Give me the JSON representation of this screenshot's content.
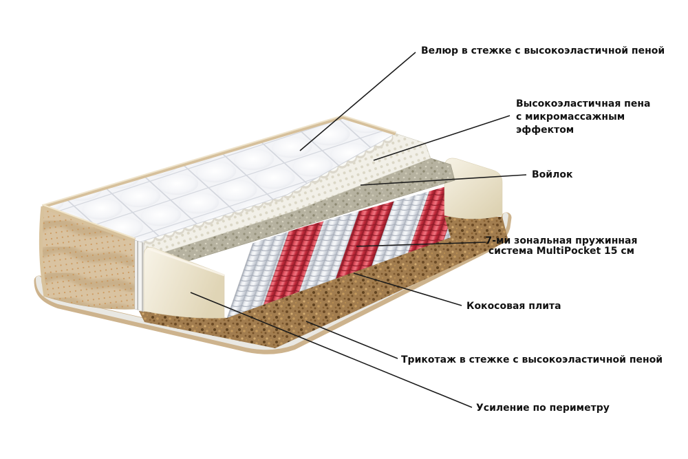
{
  "diagram": {
    "kind": "mattress-cutaway-annotated",
    "background": "#ffffff",
    "callouts": [
      {
        "id": "velour",
        "text": "Велюр в стежке с высокоэластичной пеной",
        "target": "quilted-top-cover"
      },
      {
        "id": "foam",
        "text": "Высокоэластичная пена\nс микромассажным\nэффектом",
        "target": "micromassage-foam-layer"
      },
      {
        "id": "felt",
        "text": "Войлок",
        "target": "felt-layer"
      },
      {
        "id": "springs",
        "text": "7-ми зональная пружинная\nсистема MultiPocket 15 см",
        "target": "pocket-spring-zones"
      },
      {
        "id": "coconut",
        "text": "Кокосовая плита",
        "target": "coconut-board"
      },
      {
        "id": "tricot",
        "text": "Трикотаж в стежке с высокоэластичной пеной",
        "target": "bottom-cover-rim"
      },
      {
        "id": "perimeter",
        "text": "Усиление по периметру",
        "target": "perimeter-foam-rail"
      }
    ],
    "colors": {
      "label_text": "#121212",
      "leader_line": "#1b1b1b",
      "quilt_white": "#f6f7f9",
      "quilt_seam": "#d4d7de",
      "piping_beige": "#d6c09b",
      "side_fabric": "#d9c3a1",
      "side_wave_shadow": "#bfa47c",
      "side_dot_orange": "#c98f4e",
      "bump_foam": "#f2f0e8",
      "felt_gray_green": "#b6b2a0",
      "spring_white": "#e7e9ed",
      "spring_red": "#d4303f",
      "coconut_brown": "#a27d4f",
      "foam_cream": "#f3eedd",
      "rim_beige": "#cdb38d",
      "rim_light": "#e9e8e3"
    }
  }
}
